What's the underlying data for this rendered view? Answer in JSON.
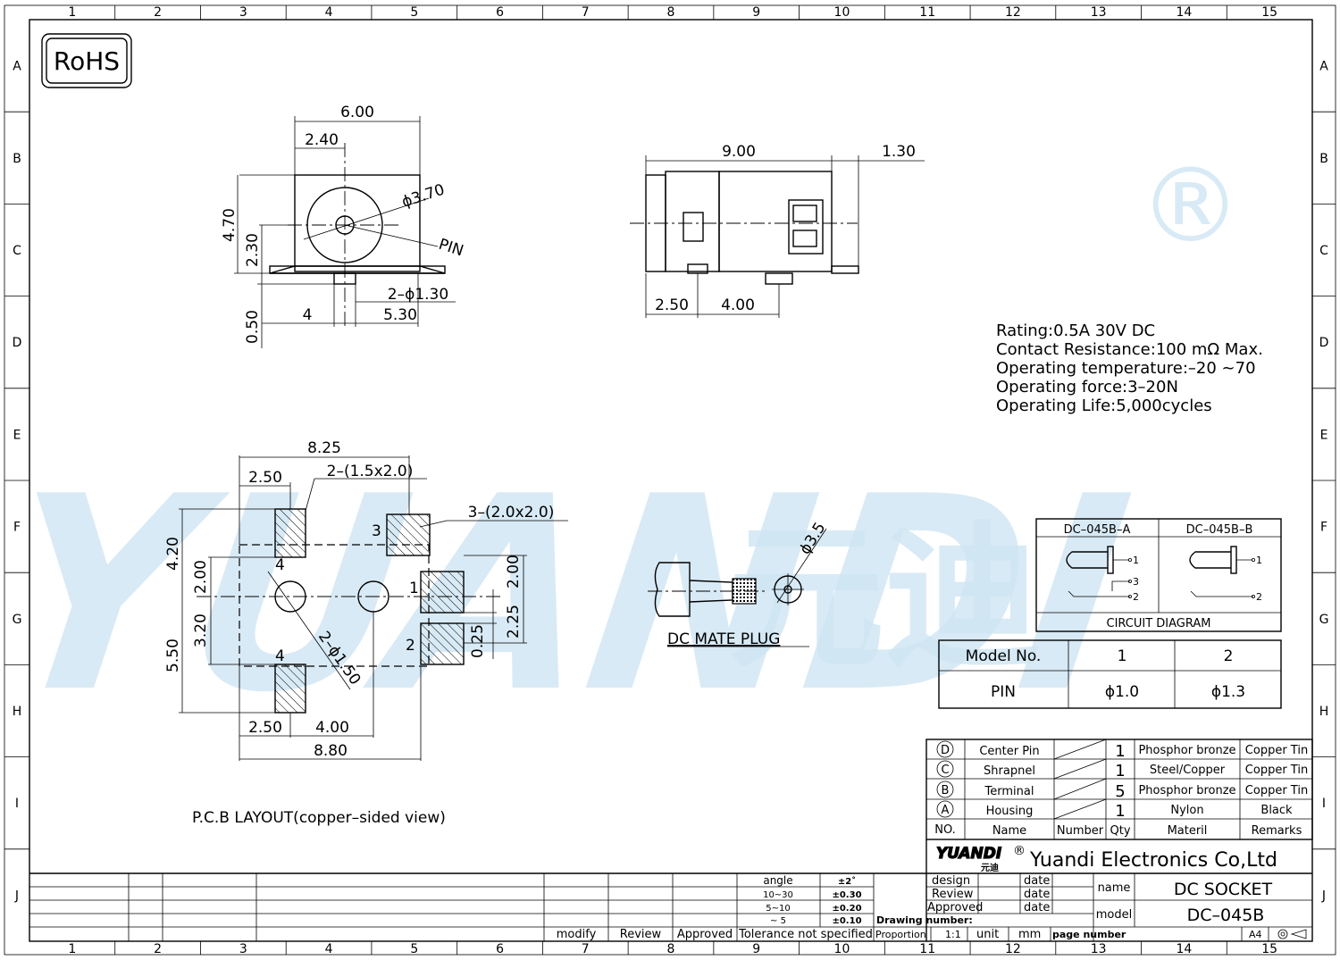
{
  "badge": "RoHS",
  "grid": {
    "columns": [
      "1",
      "2",
      "3",
      "4",
      "5",
      "6",
      "7",
      "8",
      "9",
      "10",
      "11",
      "12",
      "13",
      "14",
      "15"
    ],
    "rows": [
      "A",
      "B",
      "C",
      "D",
      "E",
      "F",
      "G",
      "H",
      "I",
      "J"
    ]
  },
  "watermark": {
    "text": "YUANDI",
    "cn": "元迪",
    "reg": "®"
  },
  "front_view": {
    "dims": {
      "d600": "6.00",
      "d240": "2.40",
      "d470": "4.70",
      "d230": "2.30",
      "d050": "0.50",
      "d4": "4",
      "d530": "5.30",
      "phi": "ϕ3.70",
      "pin": "PIN",
      "pinhole": "2–ϕ1.30"
    }
  },
  "side_view": {
    "dims": {
      "d900": "9.00",
      "d130": "1.30",
      "d250": "2.50",
      "d400": "4.00"
    }
  },
  "specs": [
    "Rating:0.5A  30V  DC",
    "Contact  Resistance:100  mΩ  Max.",
    "Operating  temperature:–20   ~70",
    "Operating  force:3–20N",
    "Operating  Life:5,000cycles"
  ],
  "pcb": {
    "title": "P.C.B  LAYOUT(copper–sided  view)",
    "dims": {
      "d825": "8.25",
      "d250top": "2.50",
      "hole": "2–(1.5x2.0)",
      "pad3": "3–(2.0x2.0)",
      "d420": "4.20",
      "d200l": "2.00",
      "d320": "3.20",
      "d550": "5.50",
      "d200r": "2.00",
      "d225": "2.25",
      "d025": "0.25",
      "phi150": "2–ϕ1.50",
      "d250bot": "2.50",
      "d400": "4.00",
      "d880": "8.80"
    },
    "pads": {
      "p1": "1",
      "p2": "2",
      "p3": "3",
      "p4a": "4",
      "p4b": "4"
    }
  },
  "mate_plug": {
    "label": "DC  MATE  PLUG",
    "phi": "ϕ3.5"
  },
  "circuit": {
    "col_a": "DC–045B–A",
    "col_b": "DC–045B–B",
    "caption": "CIRCUIT  DIAGRAM",
    "pins": {
      "a1": "1",
      "a3": "3",
      "a2": "2",
      "b1": "1",
      "b2": "2"
    }
  },
  "pin_table": {
    "header": [
      "Model  No.",
      "1",
      "2"
    ],
    "row": [
      "PIN",
      "ϕ1.0",
      "ϕ1.3"
    ]
  },
  "bom": {
    "rows": [
      {
        "no": "D",
        "name": "Center  Pin",
        "qty": "1",
        "material": "Phosphor  bronze",
        "remarks": "Copper  Tin"
      },
      {
        "no": "C",
        "name": "Shrapnel",
        "qty": "1",
        "material": "Steel/Copper",
        "remarks": "Copper  Tin"
      },
      {
        "no": "B",
        "name": "Terminal",
        "qty": "5",
        "material": "Phosphor  bronze",
        "remarks": "Copper  Tin"
      },
      {
        "no": "A",
        "name": "Housing",
        "qty": "1",
        "material": "Nylon",
        "remarks": "Black"
      }
    ],
    "header": {
      "no": "NO.",
      "name": "Name",
      "number": "Number",
      "qty": "Qty",
      "material": "Materil",
      "remarks": "Remarks"
    }
  },
  "title_block": {
    "logo": "YUANDI",
    "logo_cn": "元迪",
    "reg": "®",
    "company": "Yuandi Electronics Co,Ltd",
    "design": "design",
    "review": "Review",
    "approved": "Approved",
    "date": "date",
    "drawing_number": "Drawing  number:",
    "proportion": "Proportion",
    "proportion_value": "1:1",
    "unit": "unit",
    "unit_value": "mm",
    "page_number": "page  number",
    "name_label": "name",
    "name_value": "DC  SOCKET",
    "model_label": "model",
    "model_value": "DC–045B",
    "size": "A4",
    "tolerance": [
      {
        "range": "angle",
        "value": "±2˚"
      },
      {
        "range": "10~30",
        "value": "±0.30"
      },
      {
        "range": "5~10",
        "value": "±0.20"
      },
      {
        "range": "~ 5",
        "value": "±0.10"
      }
    ],
    "tolerance_caption": "Tolerance  not  specified",
    "revision": {
      "modify": "modify",
      "review": "Review",
      "approved": "Approved"
    }
  }
}
